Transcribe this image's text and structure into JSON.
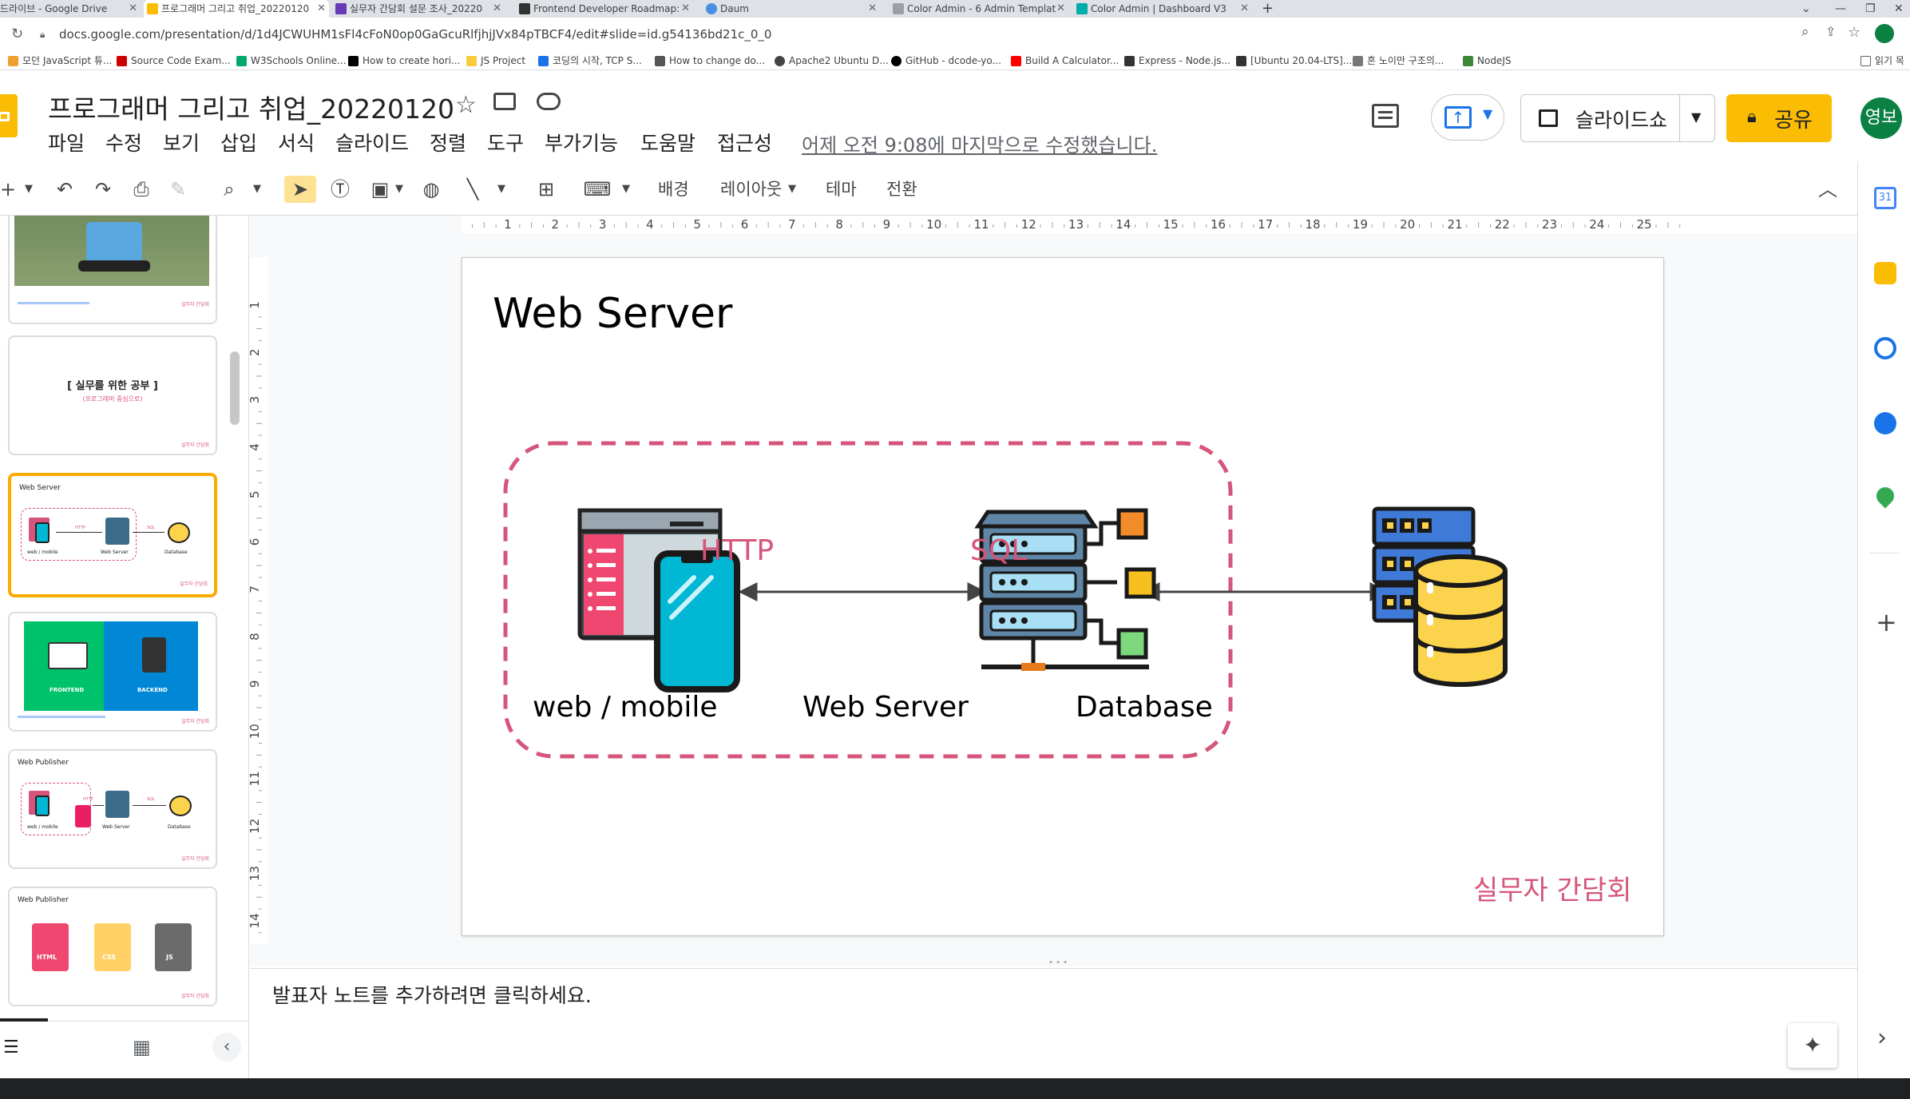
{
  "browser": {
    "tabs": [
      {
        "label": "드라이브 - Google Drive",
        "color": "#1a73e8"
      },
      {
        "label": "프로그래머 그리고 취업_20220120",
        "color": "#fbbc04"
      },
      {
        "label": "실무자 간담회 설문 조사_20220",
        "color": "#673ab7"
      },
      {
        "label": "Frontend Developer Roadmap:",
        "color": "#333333"
      },
      {
        "label": "Daum",
        "color": "#4a90e2"
      },
      {
        "label": "Color Admin - 6 Admin Templat",
        "color": "#9aa0a6"
      },
      {
        "label": "Color Admin | Dashboard V3",
        "color": "#00acac"
      }
    ],
    "new_tab": "+",
    "url": "docs.google.com/presentation/d/1d4JCWUHM1sFl4cFoN0op0GaGcuRlfjhjJVx84pTBCF4/edit#slide=id.g54136bd21c_0_0",
    "bookmarks": [
      {
        "label": "모던 JavaScript 튜...",
        "color": "#f0a030"
      },
      {
        "label": "Source Code Exam...",
        "color": "#cc0000"
      },
      {
        "label": "W3Schools Online...",
        "color": "#04aa6d"
      },
      {
        "label": "How to create hori...",
        "color": "#000000"
      },
      {
        "label": "JS Project",
        "color": "#f9cb3c"
      },
      {
        "label": "코딩의 시작, TCP S...",
        "color": "#1a73e8"
      },
      {
        "label": "How to change do...",
        "color": "#555555"
      },
      {
        "label": "Apache2 Ubuntu D...",
        "color": "#444444"
      },
      {
        "label": "GitHub - dcode-yo...",
        "color": "#000000"
      },
      {
        "label": "Build A Calculator...",
        "color": "#ff0000"
      },
      {
        "label": "Express - Node.js...",
        "color": "#333333"
      },
      {
        "label": "[Ubuntu 20.04-LTS]...",
        "color": "#333333"
      },
      {
        "label": "흔 노이만 구조의...",
        "color": "#777777"
      },
      {
        "label": "NodeJS",
        "color": "#3c873a"
      }
    ],
    "reading_list": "읽기 목"
  },
  "docs": {
    "title": "프로그래머 그리고 취업_20220120",
    "menus": [
      "파일",
      "수정",
      "보기",
      "삽입",
      "서식",
      "슬라이드",
      "정렬",
      "도구",
      "부가기능",
      "도움말",
      "접근성"
    ],
    "last_edit": "어제 오전 9:08에 마지막으로 수정했습니다.",
    "slideshow_label": "슬라이드쇼",
    "share_label": "공유",
    "avatar_text": "영보",
    "accent": "#fbbc04"
  },
  "toolbar": {
    "background_label": "배경",
    "layout_label": "레이아웃",
    "theme_label": "테마",
    "transition_label": "전환"
  },
  "ruler": {
    "h_ticks": [
      "1",
      "2",
      "3",
      "4",
      "5",
      "6",
      "7",
      "8",
      "9",
      "10",
      "11",
      "12",
      "13",
      "14",
      "15",
      "16",
      "17",
      "18",
      "19",
      "20",
      "21",
      "22",
      "23",
      "24",
      "25"
    ],
    "v_ticks": [
      "1",
      "2",
      "3",
      "4",
      "5",
      "6",
      "7",
      "8",
      "9",
      "10",
      "11",
      "12",
      "13",
      "14"
    ]
  },
  "filmstrip": {
    "slides": [
      {
        "type": "image"
      },
      {
        "type": "text",
        "title": "[ 실무를 위한 공부 ]",
        "subtitle": "(프로그래머 중심으로)"
      },
      {
        "type": "webserver",
        "title": "Web Server",
        "selected": true
      },
      {
        "type": "frontback",
        "left": "FRONTEND",
        "right": "BACKEND"
      },
      {
        "type": "publisher",
        "title": "Web Publisher"
      },
      {
        "type": "files",
        "title": "Web Publisher",
        "files": [
          "HTML",
          "CSS",
          "JS"
        ]
      }
    ],
    "footer_tag": "실무자 간담회"
  },
  "slide": {
    "title": "Web Server",
    "nodes": {
      "client": "web / mobile",
      "server": "Web Server",
      "database": "Database"
    },
    "edges": {
      "http": "HTTP",
      "sql": "SQL"
    },
    "footer": "실무자 간담회",
    "accent_color": "#d6557a"
  },
  "notes": {
    "placeholder": "발표자 노트를 추가하려면 클릭하세요."
  }
}
